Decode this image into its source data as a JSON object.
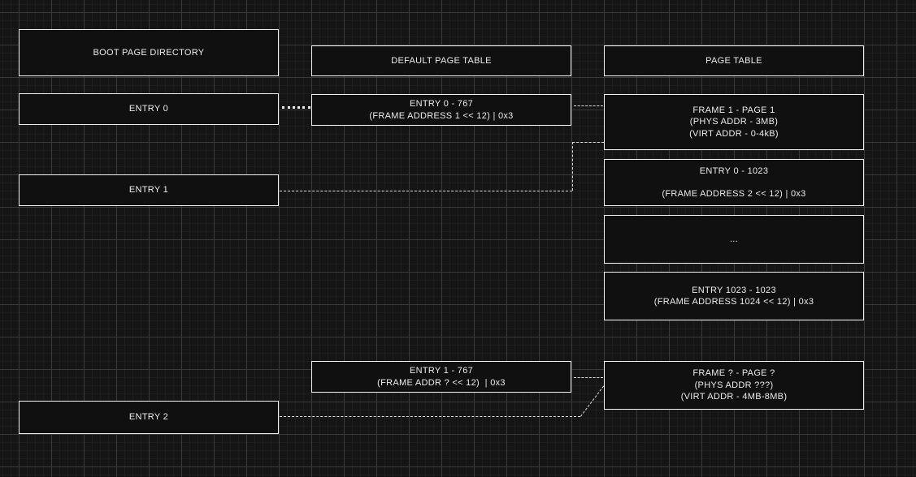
{
  "boot_page_directory": {
    "title": "BOOT PAGE DIRECTORY",
    "entry0": "ENTRY 0",
    "entry1": "ENTRY 1",
    "entry2": "ENTRY 2"
  },
  "default_page_table": {
    "title": "DEFAULT PAGE TABLE",
    "entry0": {
      "l1": "ENTRY 0 - 767",
      "l2": "(FRAME ADDRESS 1 << 12) | 0x3"
    },
    "entry1": {
      "l1": "ENTRY 1 - 767",
      "l2": "(FRAME ADDR ? << 12)  | 0x3"
    }
  },
  "page_table": {
    "title": "PAGE TABLE",
    "frame1": {
      "l1": "FRAME 1 - PAGE 1",
      "l2": "(PHYS ADDR - 3MB)",
      "l3": "(VIRT ADDR - 0-4kB)"
    },
    "entry0": {
      "l1": "ENTRY 0 - 1023",
      "l2": "(FRAME ADDRESS 2 << 12) | 0x3"
    },
    "ellipsis": "...",
    "entry1023": {
      "l1": "ENTRY 1023 - 1023",
      "l2": "(FRAME ADDRESS 1024 << 12) | 0x3"
    },
    "frame_unknown": {
      "l1": "FRAME ? - PAGE ?",
      "l2": "(PHYS ADDR ???)",
      "l3": "(VIRT ADDR - 4MB-8MB)"
    }
  },
  "colors": {
    "background": "#151515",
    "grid_major": "#3a3a3a",
    "grid_minor": "#1e1e1e",
    "box_fill": "#101010",
    "box_border": "#f2f2f2",
    "text": "#ececec",
    "connector": "#dedede"
  }
}
